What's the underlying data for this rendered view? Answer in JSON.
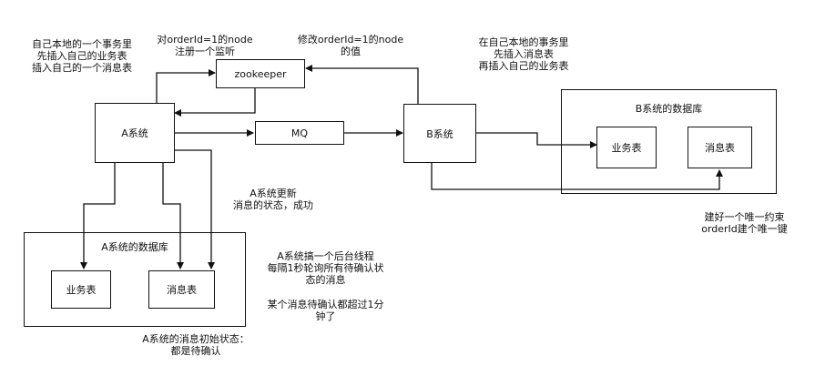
{
  "nodes": {
    "a_system": "A系统",
    "b_system": "B系统",
    "mq": "MQ",
    "zookeeper": "zookeeper",
    "a_db_title": "A系统的数据库",
    "b_db_title": "B系统的数据库",
    "a_business_table": "业务表",
    "a_message_table": "消息表",
    "b_business_table": "业务表",
    "b_message_table": "消息表"
  },
  "notes": {
    "a_local_tx": [
      "自己本地的一个事务里",
      "先插入自己的业务表",
      "插入自己的一个消息表"
    ],
    "register_listener": [
      "对orderId=1的node",
      "注册一个监听"
    ],
    "modify_node": [
      "修改orderId=1的node",
      "的值"
    ],
    "b_local_tx": [
      "在自己本地的事务里",
      "先插入消息表",
      "再插入自己的业务表"
    ],
    "a_update_status": [
      "A系统更新",
      "消息的状态，成功"
    ],
    "unique_key": [
      "建好一个唯一约束",
      "orderId建个唯一键"
    ],
    "background_thread": [
      "A系统搞一个后台线程",
      "每隔1秒轮询所有待确认状",
      "态的消息"
    ],
    "timeout": [
      "某个消息待确认都超过1分",
      "钟了"
    ],
    "initial_state": [
      "A系统的消息初始状态：",
      "都是待确认"
    ]
  }
}
